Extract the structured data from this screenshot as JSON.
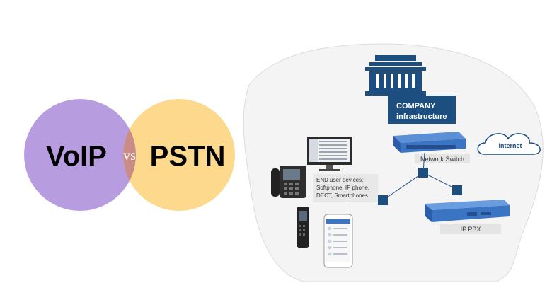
{
  "venn": {
    "left_label": "VoIP",
    "connector": "vs",
    "right_label": "PSTN",
    "left_color": "#b89ce0",
    "right_color": "#fcd98c",
    "overlap_color": "#c98c86"
  },
  "diagram": {
    "company_label_line1": "COMPANY",
    "company_label_line2": "infrastructure",
    "network_switch_label": "Network Switch",
    "internet_label": "Internet",
    "end_user_label_line1": "END user devices:",
    "end_user_label_line2": "Softphone, IP phone,",
    "end_user_label_line3": "DECT, Smartphones",
    "ip_pbx_label": "IP PBX",
    "accent_color": "#1c4e80"
  }
}
